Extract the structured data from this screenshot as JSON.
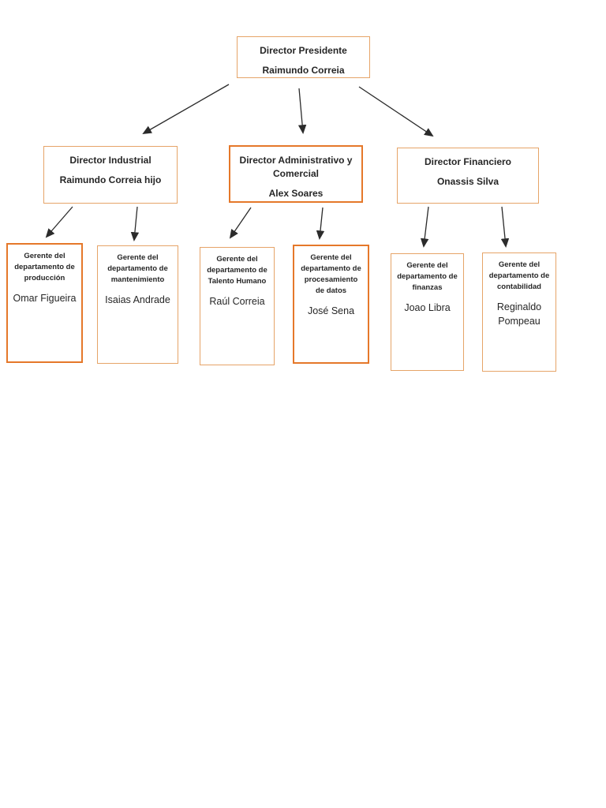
{
  "page": {
    "background": "#ffffff"
  },
  "colors": {
    "border_thin": "#e6a468",
    "border_thick": "#e5782a",
    "text": "#262626",
    "arrow": "#2b2b2b"
  },
  "org_chart": {
    "root": {
      "title": "Director Presidente",
      "name": "Raimundo Correia"
    },
    "directors": [
      {
        "title": "Director Industrial",
        "name": "Raimundo Correia hijo"
      },
      {
        "title": "Director Administrativo y Comercial",
        "name": "Alex Soares"
      },
      {
        "title": "Director Financiero",
        "name": "Onassis Silva"
      }
    ],
    "managers": [
      {
        "title": "Gerente del departamento de producción",
        "name": "Omar Figueira"
      },
      {
        "title": "Gerente del departamento de mantenimiento",
        "name": "Isaias Andrade"
      },
      {
        "title": "Gerente del departamento de Talento Humano",
        "name": "Raúl Correia"
      },
      {
        "title": "Gerente del departamento de procesamiento de datos",
        "name": "José Sena"
      },
      {
        "title": "Gerente del departamento de finanzas",
        "name": "Joao Libra"
      },
      {
        "title": "Gerente del departamento de contabilidad",
        "name": "Reginaldo Pompeau"
      }
    ]
  }
}
